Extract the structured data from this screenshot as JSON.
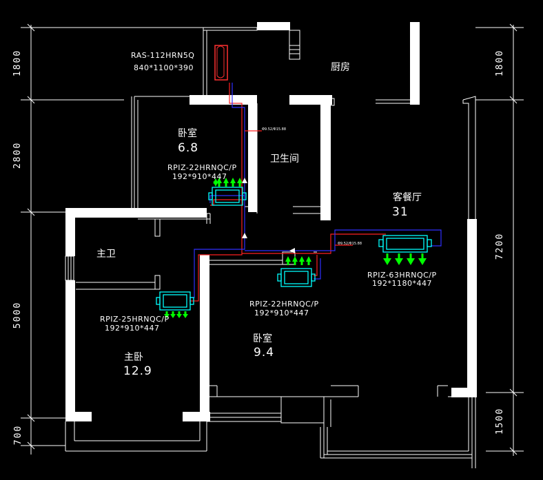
{
  "outdoor_unit": {
    "model": "RAS-112HRN5Q",
    "size": "840*1100*390"
  },
  "rooms": [
    {
      "key": "kitchen",
      "name": "厨房"
    },
    {
      "key": "bed1",
      "name": "卧室",
      "area": "6.8"
    },
    {
      "key": "bath",
      "name": "卫生间"
    },
    {
      "key": "living",
      "name": "客餐厅",
      "area": "31"
    },
    {
      "key": "master_bath",
      "name": "主卫"
    },
    {
      "key": "master_bed",
      "name": "主卧",
      "area": "12.9"
    },
    {
      "key": "bed2",
      "name": "卧室",
      "area": "9.4"
    }
  ],
  "indoor_units": [
    {
      "key": "bed1_unit",
      "model": "RPIZ-22HRNQC/P",
      "size": "192*910*447"
    },
    {
      "key": "bed2_unit",
      "model": "RPIZ-22HRNQC/P",
      "size": "192*910*447"
    },
    {
      "key": "master_unit",
      "model": "RPIZ-25HRNQC/P",
      "size": "192*910*447"
    },
    {
      "key": "living_unit",
      "model": "RPIZ-63HRNQC/P",
      "size": "192*1180*447"
    }
  ],
  "pipe_labels": [
    "Φ9.52/Φ15.88",
    "Φ9.52/Φ15.88"
  ],
  "dimensions": {
    "left": [
      "1800",
      "2800",
      "5000",
      "700"
    ],
    "right": [
      "1800",
      "7200",
      "1500"
    ]
  },
  "colors": {
    "wall": "#ffffff",
    "unit": "#00ffff",
    "airflow": "#00ff00",
    "pipe_red": "#ff2020",
    "pipe_blue": "#3030ff",
    "outdoor": "#ff3030"
  }
}
